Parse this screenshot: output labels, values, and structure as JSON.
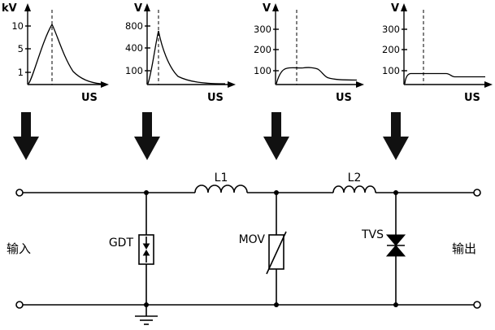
{
  "page": {
    "background": "#ffffff",
    "line_color": "#000000",
    "description": "Three-stage lightning surge protection circuit (GDT + MOV + TVS) with voltage waveforms at each stage"
  },
  "waveforms": [
    {
      "name": "surge-input",
      "type": "line",
      "unit": "kV",
      "y_ticks": [
        "10",
        "5",
        "1"
      ],
      "x_label": "US",
      "peak_value": 10,
      "peak_unit": "kV",
      "description": "Incoming lightning surge impulse peaking near 10 kV then decaying",
      "x": [
        0,
        1,
        2,
        3,
        4,
        6,
        8,
        10
      ],
      "y": [
        0,
        2,
        6,
        10,
        7,
        3,
        1,
        0.2
      ]
    },
    {
      "name": "after-gdt",
      "type": "line",
      "unit": "V",
      "y_ticks": [
        "800",
        "400",
        "100"
      ],
      "x_label": "US",
      "peak_value": 700,
      "peak_unit": "V",
      "description": "Sharp residual spike to about 700 V after the gas discharge tube, then decay",
      "x": [
        0,
        0.5,
        1,
        1.5,
        2,
        4,
        6,
        10
      ],
      "y": [
        0,
        200,
        500,
        700,
        400,
        150,
        50,
        10
      ]
    },
    {
      "name": "after-mov",
      "type": "line",
      "unit": "V",
      "y_ticks": [
        "300",
        "200",
        "100"
      ],
      "x_label": "US",
      "peak_value": 120,
      "peak_unit": "V",
      "description": "Clamped plateau around 120 V after the MOV, then decay to a low level",
      "x": [
        0,
        0.5,
        1,
        3,
        5,
        6,
        7,
        10
      ],
      "y": [
        0,
        60,
        110,
        120,
        115,
        60,
        35,
        30
      ]
    },
    {
      "name": "after-tvs",
      "type": "line",
      "unit": "V",
      "y_ticks": [
        "300",
        "200",
        "100"
      ],
      "x_label": "US",
      "peak_value": 80,
      "peak_unit": "V",
      "description": "Flat clamped level around 80 V after the TVS diode",
      "x": [
        0,
        0.5,
        1,
        5,
        6,
        10
      ],
      "y": [
        0,
        60,
        80,
        80,
        62,
        60
      ]
    }
  ],
  "circuit": {
    "input_label": "输入",
    "output_label": "输出",
    "components": [
      {
        "id": "gdt",
        "label": "GDT",
        "type": "gas-discharge-tube"
      },
      {
        "id": "l1",
        "label": "L1",
        "type": "inductor"
      },
      {
        "id": "mov",
        "label": "MOV",
        "type": "metal-oxide-varistor"
      },
      {
        "id": "l2",
        "label": "L2",
        "type": "inductor"
      },
      {
        "id": "tvs",
        "label": "TVS",
        "type": "tvs-diode"
      }
    ]
  }
}
